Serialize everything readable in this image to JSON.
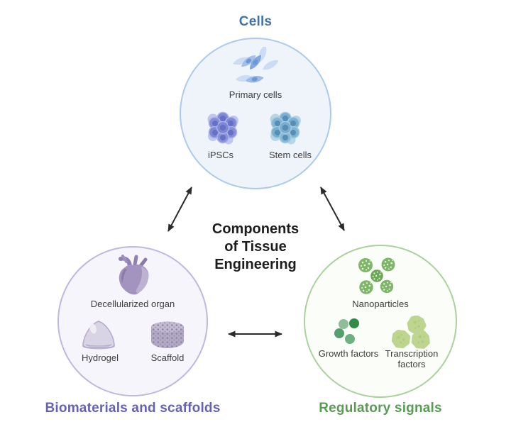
{
  "center_title": {
    "line1": "Components",
    "line2": "of Tissue",
    "line3": "Engineering"
  },
  "groups": {
    "cells": {
      "label": "Cells",
      "label_color": "#4173a9",
      "circle_border": "#accae9",
      "circle_fill": "#eef4fa",
      "items": [
        {
          "name": "primary-cells",
          "label": "Primary cells"
        },
        {
          "name": "ipscs",
          "label": "iPSCs"
        },
        {
          "name": "stem-cells",
          "label": "Stem cells"
        }
      ]
    },
    "biomaterials": {
      "label": "Biomaterials and scaffolds",
      "label_color": "#6561b5",
      "circle_border": "#bcb8e0",
      "circle_fill": "#f6f5fb",
      "items": [
        {
          "name": "decellularized-organ",
          "label": "Decellularized organ"
        },
        {
          "name": "hydrogel",
          "label": "Hydrogel"
        },
        {
          "name": "scaffold",
          "label": "Scaffold"
        }
      ]
    },
    "regulatory": {
      "label": "Regulatory signals",
      "label_color": "#5a9b53",
      "circle_border": "#abd19e",
      "circle_fill": "#fbfdf9",
      "items": [
        {
          "name": "nanoparticles",
          "label": "Nanoparticles"
        },
        {
          "name": "growth-factors",
          "label": "Growth factors"
        },
        {
          "name": "transcription-factors",
          "label": "Transcription factors"
        }
      ]
    }
  },
  "arrow_color": "#2b2b2b"
}
